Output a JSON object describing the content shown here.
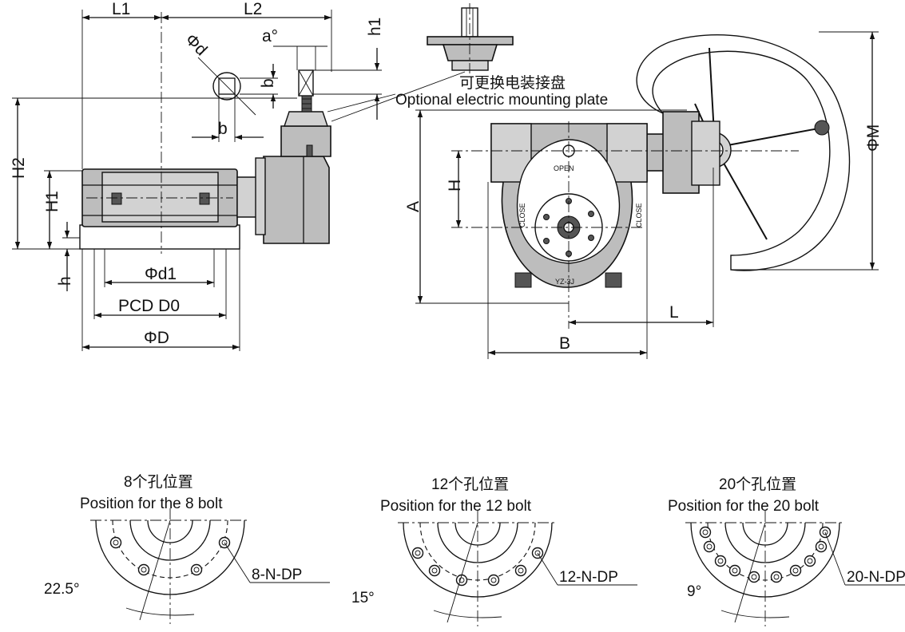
{
  "side_view": {
    "dims": {
      "L1": "L1",
      "L2": "L2",
      "d": "Φd",
      "a": "a°",
      "b_top": "b",
      "b_bottom": "b",
      "h1": "h1",
      "H2": "H2",
      "H1": "H1",
      "h": "h",
      "d1": "Φd1",
      "PCD": "PCD  D0",
      "D": "ΦD"
    }
  },
  "mounting_note": {
    "cn": "可更换电装接盘",
    "en": "Optional electric mounting plate"
  },
  "front_view": {
    "dims": {
      "A": "A",
      "H": "H",
      "B": "B",
      "L": "L",
      "M": "ΦM"
    },
    "dial": {
      "open": "OPEN",
      "close_left": "CLOSE",
      "close_right": "CLOSE",
      "model": "YZ-3J"
    }
  },
  "bolt_patterns": [
    {
      "title_cn": "8个孔位置",
      "title_en": "Position for the 8 bolt",
      "angle": "22.5°",
      "callout": "8-N-DP"
    },
    {
      "title_cn": "12个孔位置",
      "title_en": "Position for the 12 bolt",
      "angle": "15°",
      "callout": "12-N-DP"
    },
    {
      "title_cn": "20个孔位置",
      "title_en": "Position for the 20 bolt",
      "angle": "9°",
      "callout": "20-N-DP"
    }
  ]
}
